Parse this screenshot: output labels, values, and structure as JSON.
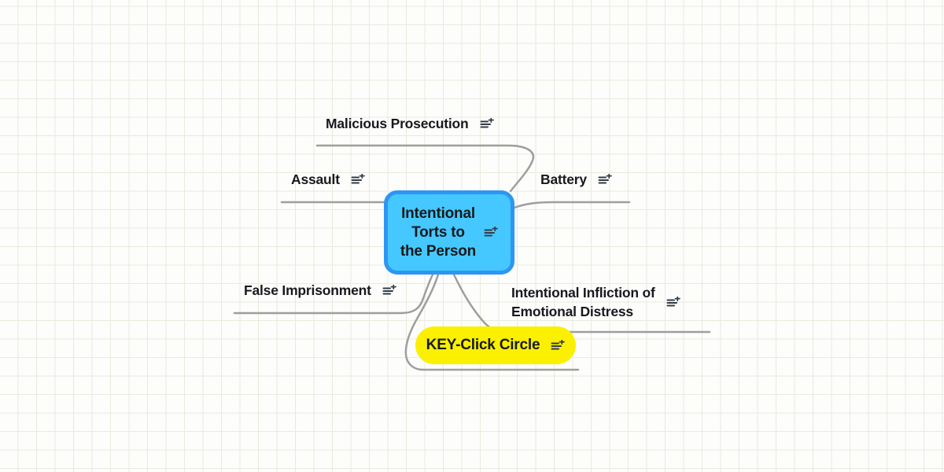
{
  "colors": {
    "bg": "#fdfdfc",
    "grid": "#e8ebde",
    "line": "#9e9e9e",
    "text": "#17191d",
    "icon": "#333b45",
    "blue_fill": "#45c8ff",
    "blue_border": "#2d96f2",
    "yellow_fill": "#faf000"
  },
  "central_topic": {
    "label": "Intentional Torts to the Person",
    "lines": [
      "Intentional",
      "Torts to",
      "the Person"
    ],
    "icon": "note-plus-icon"
  },
  "branches": [
    {
      "label": "Malicious Prosecution",
      "icon": "note-plus-icon"
    },
    {
      "label": "Assault",
      "icon": "note-plus-icon"
    },
    {
      "label": "Battery",
      "icon": "note-plus-icon"
    },
    {
      "label": "False Imprisonment",
      "icon": "note-plus-icon"
    },
    {
      "label": "Intentional Infliction of Emotional Distress",
      "lines": [
        "Intentional Infliction of",
        "Emotional Distress"
      ],
      "icon": "note-plus-icon"
    },
    {
      "label": "KEY-Click Circle",
      "icon": "note-plus-icon"
    }
  ]
}
